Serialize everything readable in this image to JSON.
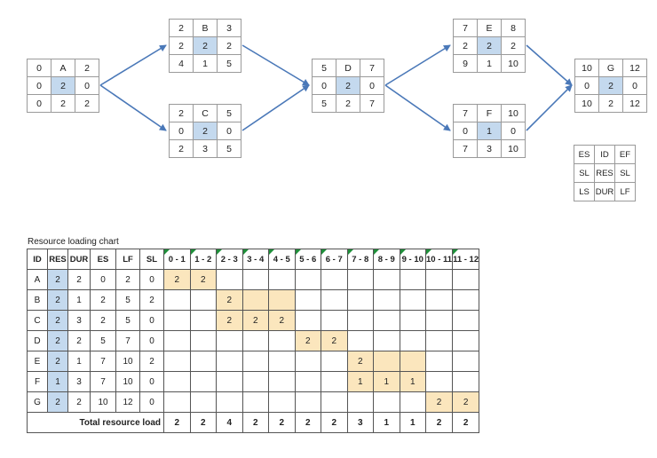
{
  "nodes": [
    {
      "id": "A",
      "es": "0",
      "ef": "2",
      "sl": "0",
      "res": "2",
      "ls": "0",
      "dur": "2",
      "lf": "2",
      "highlight": true
    },
    {
      "id": "B",
      "es": "2",
      "ef": "3",
      "sl": "2",
      "res": "2",
      "ls": "4",
      "dur": "1",
      "lf": "5",
      "highlight": true
    },
    {
      "id": "C",
      "es": "2",
      "ef": "5",
      "sl": "0",
      "res": "2",
      "ls": "2",
      "dur": "3",
      "lf": "5",
      "highlight": true
    },
    {
      "id": "D",
      "es": "5",
      "ef": "7",
      "sl": "0",
      "res": "2",
      "ls": "5",
      "dur": "2",
      "lf": "7",
      "highlight": true
    },
    {
      "id": "E",
      "es": "7",
      "ef": "8",
      "sl": "2",
      "res": "2",
      "ls": "9",
      "dur": "1",
      "lf": "10",
      "highlight": true
    },
    {
      "id": "F",
      "es": "7",
      "ef": "10",
      "sl": "0",
      "res": "1",
      "ls": "7",
      "dur": "3",
      "lf": "10",
      "highlight": true
    },
    {
      "id": "G",
      "es": "10",
      "ef": "12",
      "sl": "0",
      "res": "2",
      "ls": "10",
      "dur": "2",
      "lf": "12",
      "highlight": true
    }
  ],
  "edges": [
    [
      "A",
      "B"
    ],
    [
      "A",
      "C"
    ],
    [
      "B",
      "D"
    ],
    [
      "C",
      "D"
    ],
    [
      "D",
      "E"
    ],
    [
      "D",
      "F"
    ],
    [
      "E",
      "G"
    ],
    [
      "F",
      "G"
    ]
  ],
  "legend": {
    "row1": [
      "ES",
      "ID",
      "EF"
    ],
    "row2": [
      "SL",
      "RES",
      "SL"
    ],
    "row3": [
      "LS",
      "DUR",
      "LF"
    ]
  },
  "chart": {
    "title": "Resource loading chart",
    "headers": [
      "ID",
      "RES",
      "DUR",
      "ES",
      "LF",
      "SL"
    ],
    "periods": [
      "0 - 1",
      "1 - 2",
      "2 - 3",
      "3 - 4",
      "4 - 5",
      "5 - 6",
      "6 - 7",
      "7 - 8",
      "8 - 9",
      "9 - 10",
      "10 - 11",
      "11 - 12"
    ],
    "rows": [
      {
        "id": "A",
        "res": "2",
        "dur": "2",
        "es": "0",
        "lf": "2",
        "sl": "0",
        "cells": [
          "2",
          "2",
          "",
          "",
          "",
          "",
          "",
          "",
          "",
          "",
          "",
          ""
        ],
        "fill": [
          1,
          1,
          0,
          0,
          0,
          0,
          0,
          0,
          0,
          0,
          0,
          0
        ]
      },
      {
        "id": "B",
        "res": "2",
        "dur": "1",
        "es": "2",
        "lf": "5",
        "sl": "2",
        "cells": [
          "",
          "",
          "2",
          "",
          "",
          "",
          "",
          "",
          "",
          "",
          "",
          ""
        ],
        "fill": [
          0,
          0,
          1,
          1,
          1,
          0,
          0,
          0,
          0,
          0,
          0,
          0
        ]
      },
      {
        "id": "C",
        "res": "2",
        "dur": "3",
        "es": "2",
        "lf": "5",
        "sl": "0",
        "cells": [
          "",
          "",
          "2",
          "2",
          "2",
          "",
          "",
          "",
          "",
          "",
          "",
          ""
        ],
        "fill": [
          0,
          0,
          1,
          1,
          1,
          0,
          0,
          0,
          0,
          0,
          0,
          0
        ]
      },
      {
        "id": "D",
        "res": "2",
        "dur": "2",
        "es": "5",
        "lf": "7",
        "sl": "0",
        "cells": [
          "",
          "",
          "",
          "",
          "",
          "2",
          "2",
          "",
          "",
          "",
          "",
          ""
        ],
        "fill": [
          0,
          0,
          0,
          0,
          0,
          1,
          1,
          0,
          0,
          0,
          0,
          0
        ]
      },
      {
        "id": "E",
        "res": "2",
        "dur": "1",
        "es": "7",
        "lf": "10",
        "sl": "2",
        "cells": [
          "",
          "",
          "",
          "",
          "",
          "",
          "",
          "2",
          "",
          "",
          "",
          ""
        ],
        "fill": [
          0,
          0,
          0,
          0,
          0,
          0,
          0,
          1,
          1,
          1,
          0,
          0
        ]
      },
      {
        "id": "F",
        "res": "1",
        "dur": "3",
        "es": "7",
        "lf": "10",
        "sl": "0",
        "cells": [
          "",
          "",
          "",
          "",
          "",
          "",
          "",
          "1",
          "1",
          "1",
          "",
          ""
        ],
        "fill": [
          0,
          0,
          0,
          0,
          0,
          0,
          0,
          1,
          1,
          1,
          0,
          0
        ]
      },
      {
        "id": "G",
        "res": "2",
        "dur": "2",
        "es": "10",
        "lf": "12",
        "sl": "0",
        "cells": [
          "",
          "",
          "",
          "",
          "",
          "",
          "",
          "",
          "",
          "",
          "2",
          "2"
        ],
        "fill": [
          0,
          0,
          0,
          0,
          0,
          0,
          0,
          0,
          0,
          0,
          1,
          1
        ]
      }
    ],
    "total_label": "Total resource load",
    "totals": [
      "2",
      "2",
      "4",
      "2",
      "2",
      "2",
      "2",
      "3",
      "1",
      "1",
      "2",
      "2"
    ]
  }
}
